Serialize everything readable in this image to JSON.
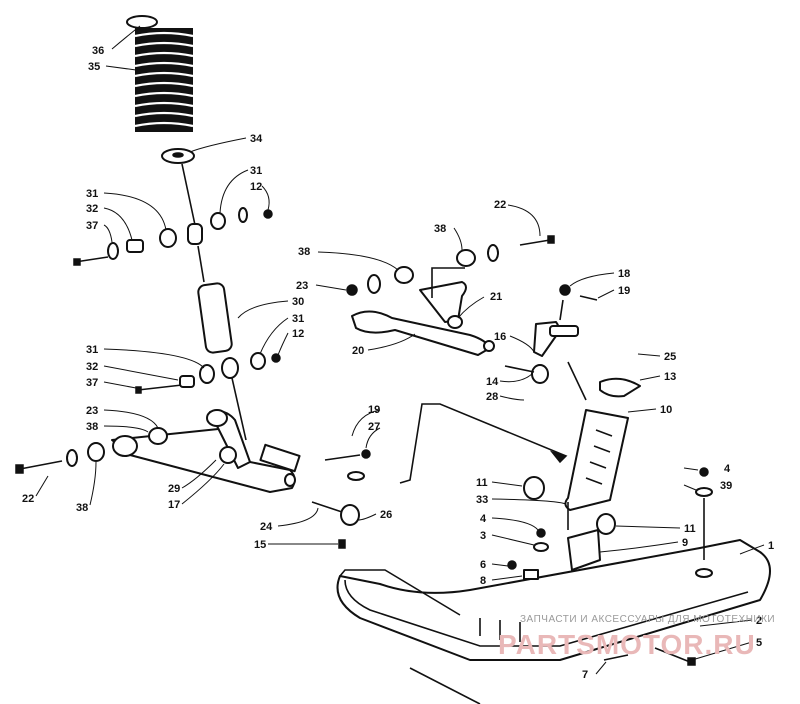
{
  "diagram": {
    "callouts": [
      {
        "id": "c36",
        "text": "36"
      },
      {
        "id": "c35",
        "text": "35"
      },
      {
        "id": "c34",
        "text": "34"
      },
      {
        "id": "c31a",
        "text": "31"
      },
      {
        "id": "c12a",
        "text": "12"
      },
      {
        "id": "c31b",
        "text": "31"
      },
      {
        "id": "c32a",
        "text": "32"
      },
      {
        "id": "c37a",
        "text": "37"
      },
      {
        "id": "c22a",
        "text": "22"
      },
      {
        "id": "c38a",
        "text": "38"
      },
      {
        "id": "c38b",
        "text": "38"
      },
      {
        "id": "c23a",
        "text": "23"
      },
      {
        "id": "c21",
        "text": "21"
      },
      {
        "id": "c30",
        "text": "30"
      },
      {
        "id": "c31c",
        "text": "31"
      },
      {
        "id": "c12b",
        "text": "12"
      },
      {
        "id": "c20",
        "text": "20"
      },
      {
        "id": "c18",
        "text": "18"
      },
      {
        "id": "c19a",
        "text": "19"
      },
      {
        "id": "c16",
        "text": "16"
      },
      {
        "id": "c25",
        "text": "25"
      },
      {
        "id": "c13",
        "text": "13"
      },
      {
        "id": "c14",
        "text": "14"
      },
      {
        "id": "c28",
        "text": "28"
      },
      {
        "id": "c10",
        "text": "10"
      },
      {
        "id": "c31d",
        "text": "31"
      },
      {
        "id": "c32b",
        "text": "32"
      },
      {
        "id": "c37b",
        "text": "37"
      },
      {
        "id": "c23b",
        "text": "23"
      },
      {
        "id": "c38c",
        "text": "38"
      },
      {
        "id": "c19b",
        "text": "19"
      },
      {
        "id": "c27",
        "text": "27"
      },
      {
        "id": "c22b",
        "text": "22"
      },
      {
        "id": "c38d",
        "text": "38"
      },
      {
        "id": "c29",
        "text": "29"
      },
      {
        "id": "c17",
        "text": "17"
      },
      {
        "id": "c11a",
        "text": "11"
      },
      {
        "id": "c33",
        "text": "33"
      },
      {
        "id": "c4a",
        "text": "4"
      },
      {
        "id": "c39",
        "text": "39"
      },
      {
        "id": "c24",
        "text": "24"
      },
      {
        "id": "c26",
        "text": "26"
      },
      {
        "id": "c4b",
        "text": "4"
      },
      {
        "id": "c3",
        "text": "3"
      },
      {
        "id": "c11b",
        "text": "11"
      },
      {
        "id": "c15",
        "text": "15"
      },
      {
        "id": "c9",
        "text": "9"
      },
      {
        "id": "c1",
        "text": "1"
      },
      {
        "id": "c6",
        "text": "6"
      },
      {
        "id": "c8",
        "text": "8"
      },
      {
        "id": "c2",
        "text": "2"
      },
      {
        "id": "c5",
        "text": "5"
      },
      {
        "id": "c7",
        "text": "7"
      }
    ]
  },
  "watermark": {
    "caption": "ЗАПЧАСТИ И АКСЕССУАРЫ ДЛЯ МОТОТЕХНИКИ",
    "brand": "PARTSMOTOR.RU"
  }
}
